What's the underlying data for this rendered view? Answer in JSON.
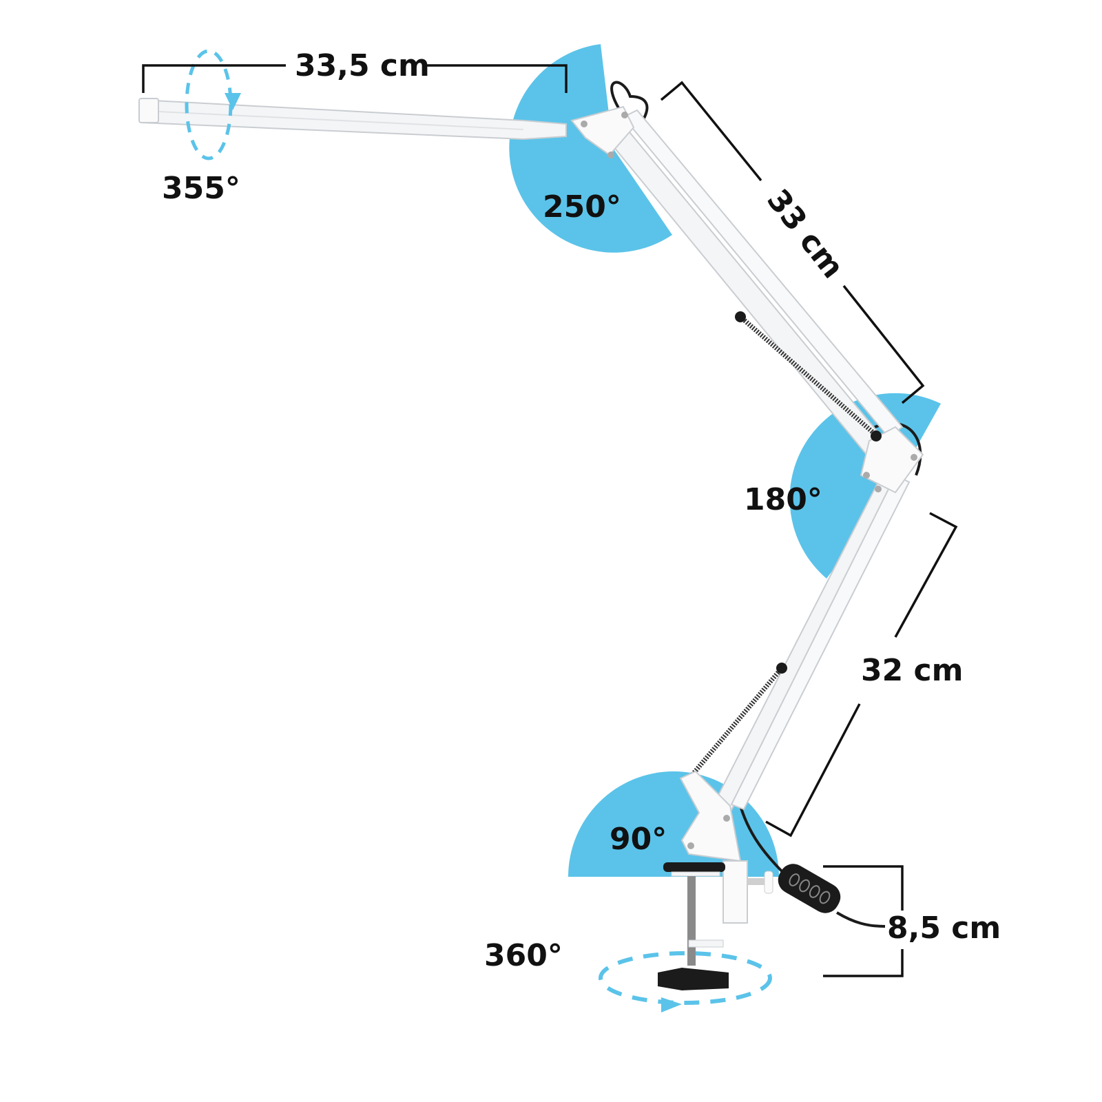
{
  "colors": {
    "accent": "#5bc3e9",
    "text": "#111111",
    "lamp": "#f4f5f6",
    "outline": "#c9cdd1",
    "dark": "#1b1b1b"
  },
  "dimensions": {
    "head_length": "33,5 cm",
    "upper_arm_length": "33 cm",
    "lower_arm_length": "32 cm",
    "clamp_height": "8,5 cm"
  },
  "angles": {
    "head_rotation": "355°",
    "head_joint": "250°",
    "elbow_joint": "180°",
    "base_joint": "90°",
    "base_rotation": "360°"
  },
  "icons": {
    "rotation": "dashed-rotation-arrow-icon",
    "controller": "inline-switch-icon"
  }
}
